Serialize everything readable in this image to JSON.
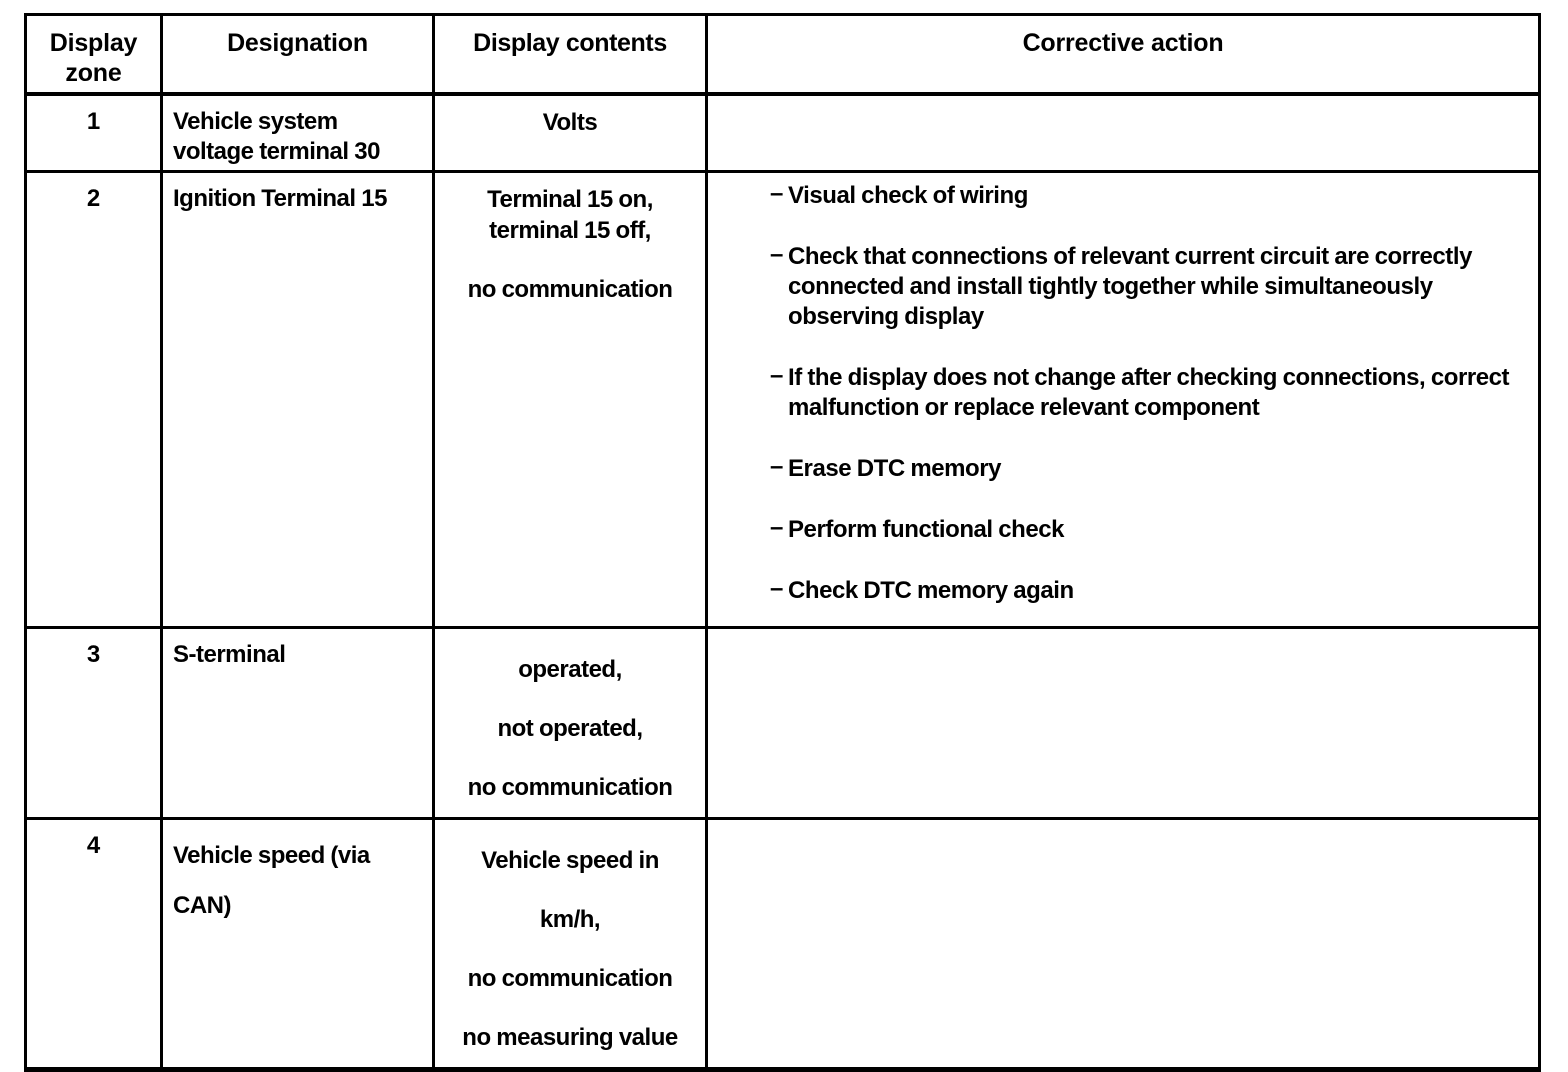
{
  "table": {
    "headers": [
      {
        "label": "Display\nzone",
        "line1": "Display",
        "line2": "zone"
      },
      {
        "label": "Designation"
      },
      {
        "label": "Display contents"
      },
      {
        "label": "Corrective action"
      }
    ],
    "rows": [
      {
        "zone": "1",
        "designation_lines": [
          "Vehicle system",
          "voltage terminal 30"
        ],
        "display_contents_lines": [
          "Volts"
        ],
        "corrective_action": []
      },
      {
        "zone": "2",
        "designation_lines": [
          "Ignition Terminal 15"
        ],
        "display_contents_lines": [
          "Terminal 15 on,",
          "terminal 15 off,",
          "",
          "no communication"
        ],
        "corrective_action": [
          "Visual check of wiring",
          "Check that connections of relevant current circuit are correctly connected and install tightly together while simultaneously observing display",
          "If the display does not change after checking connections, correct malfunction or replace relevant component",
          "Erase DTC memory",
          "Perform functional check",
          "Check DTC memory again"
        ]
      },
      {
        "zone": "3",
        "designation_lines": [
          "S-terminal"
        ],
        "display_contents_lines": [
          "operated,",
          "not operated,",
          "no communication"
        ],
        "corrective_action": []
      },
      {
        "zone": "4",
        "designation_lines": [
          "Vehicle speed (via",
          "CAN)"
        ],
        "display_contents_lines": [
          "Vehicle speed in",
          "km/h,",
          "no communication",
          "no measuring value"
        ],
        "corrective_action": []
      }
    ]
  },
  "style": {
    "bullet_marker": "–",
    "border_color": "#000000",
    "text_color": "#000000",
    "background_color": "#ffffff"
  }
}
